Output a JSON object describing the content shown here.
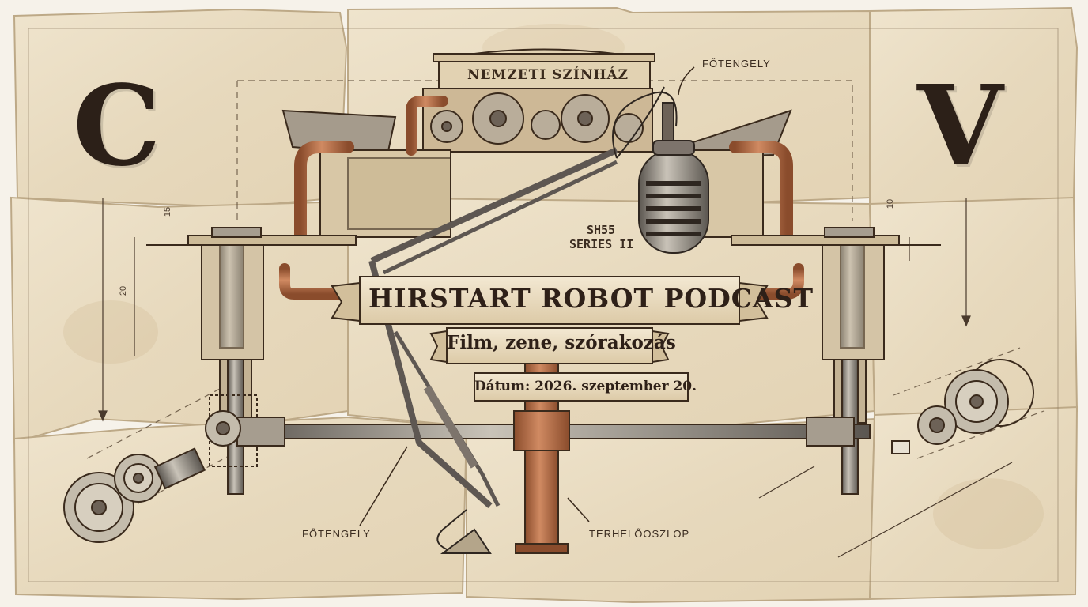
{
  "letters": {
    "left": "C",
    "right": "V"
  },
  "plaque": {
    "top_text": "NEMZETI SZÍNHÁZ"
  },
  "labels": {
    "main_shaft_top": "FŐTENGELY",
    "main_shaft_bottom": "FŐTENGELY",
    "load_column": "TERHELŐOSZLOP",
    "series_line1": "SH55",
    "series_line2": "SERIES II"
  },
  "dimensions": {
    "left_top": "15",
    "left_side": "20",
    "right_top": "10"
  },
  "banner": {
    "title": "HIRSTART ROBOT PODCAST",
    "subtitle": "Film, zene, szórakozás",
    "date": "Dátum: 2026. szeptember 20."
  },
  "colors": {
    "paper": "#e9dcc3",
    "ink": "#2e2018",
    "copper": "#b06a43",
    "paper_edge": "#d2c09e"
  },
  "icons": [
    "gear-icon",
    "microphone-icon",
    "pipe-icon",
    "piston-icon",
    "awning-icon"
  ]
}
